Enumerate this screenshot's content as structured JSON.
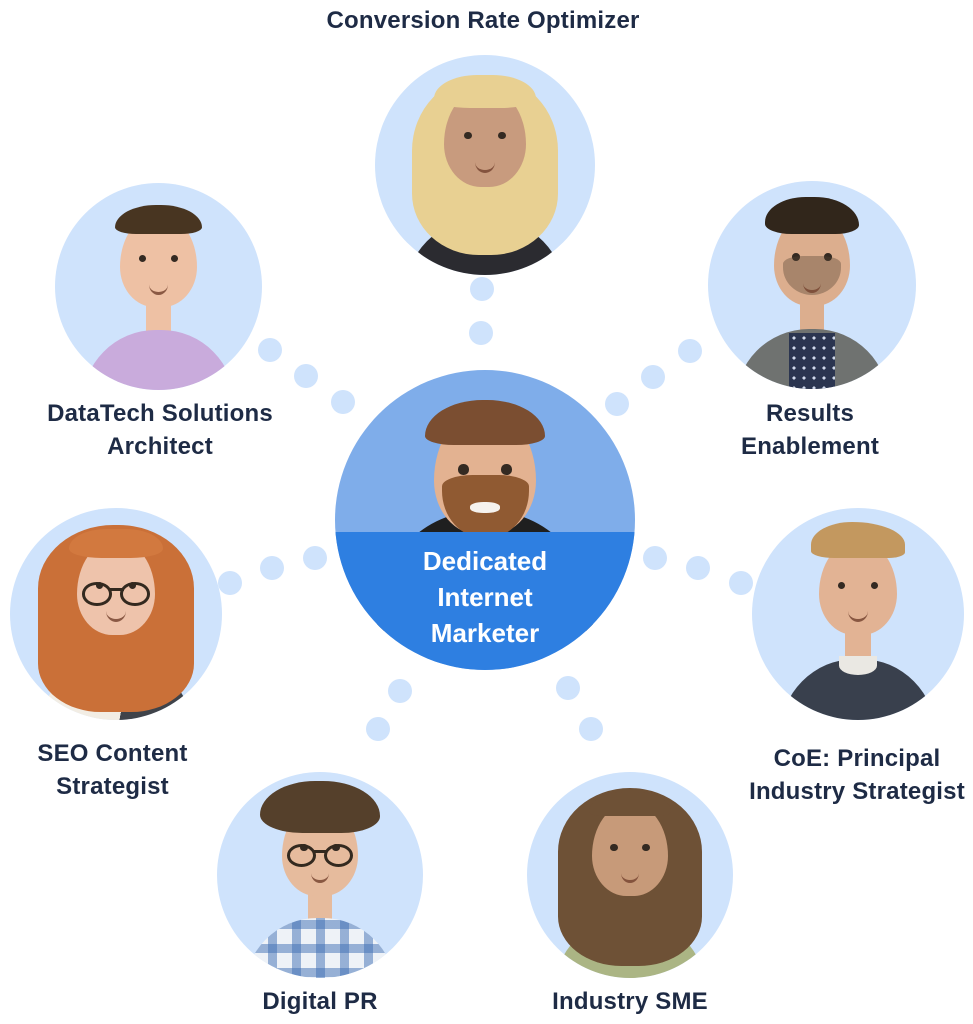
{
  "diagram": {
    "background_color": "#ffffff",
    "label_color": "#1e2b45",
    "node_background_color": "#cfe3fc",
    "center": {
      "label": "Dedicated Internet Marketer",
      "photo_description": "Man with short brown hair and a full auburn beard wearing a black shirt",
      "top_half_color": "#7fadea",
      "band_color": "#2e7fe1",
      "band_text_color": "#ffffff"
    },
    "members": [
      {
        "id": "conversion-rate-optimizer",
        "label": "Conversion Rate Optimizer",
        "position": "top",
        "photo_description": "Woman with long curly blonde hair wearing a dark top"
      },
      {
        "id": "datatech-solutions-architect",
        "label": "DataTech Solutions Architect",
        "position": "top-left",
        "photo_description": "Man with short brown hair wearing a lavender collared shirt"
      },
      {
        "id": "results-enablement",
        "label": "Results Enablement",
        "position": "top-right",
        "photo_description": "Man with dark swept-back hair and stubble wearing a gray blazer over a navy patterned shirt"
      },
      {
        "id": "seo-content-strategist",
        "label": "SEO Content Strategist",
        "position": "left",
        "photo_description": "Woman with long red hair, bangs and glasses wearing a white top and dark cardigan"
      },
      {
        "id": "coe-principal-industry-strategist",
        "label": "CoE: Principal Industry Strategist",
        "position": "right",
        "photo_description": "Smiling man with sandy swept hair wearing a navy sweater over a white tee"
      },
      {
        "id": "digital-pr",
        "label": "Digital PR",
        "position": "bottom-left",
        "photo_description": "Man with curly brown hair and round glasses wearing a blue plaid shirt"
      },
      {
        "id": "industry-sme",
        "label": "Industry SME",
        "position": "bottom-right",
        "photo_description": "Smiling woman with long brown hair wearing a sage green top"
      }
    ]
  }
}
